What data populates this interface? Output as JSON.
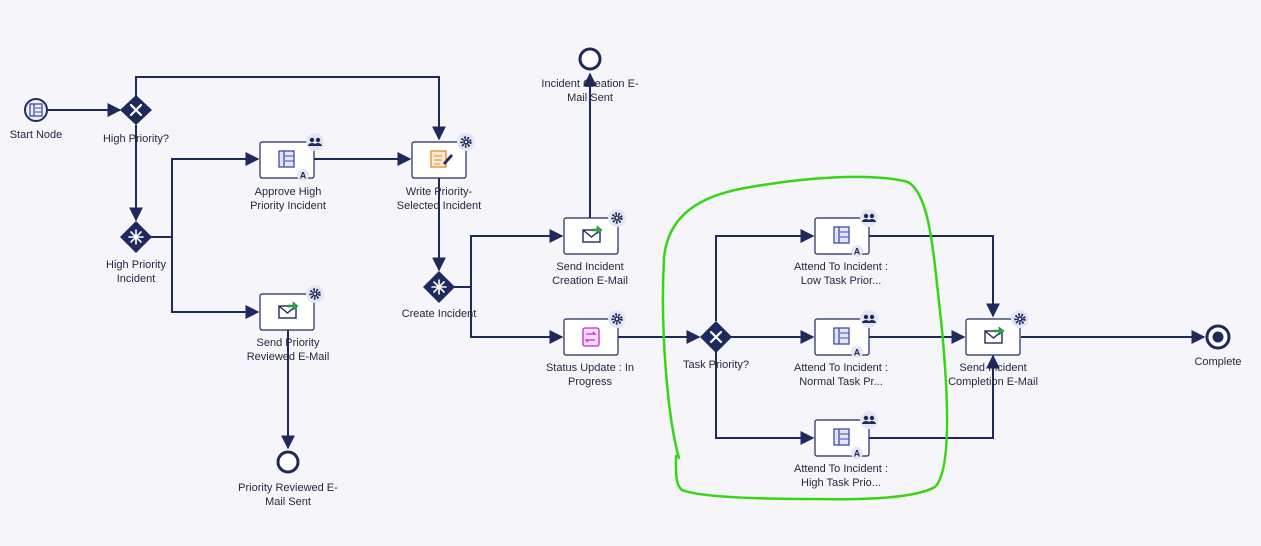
{
  "colors": {
    "canvas_bg": "#f6f6fa",
    "line": "#1f2a5c",
    "node_fill": "#ffffff",
    "node_border": "#1f2a5c",
    "gateway": "#1f2a5c",
    "badge_bg": "#e4e6f3",
    "highlight": "#35d615",
    "form_icon": "#3f4bb3",
    "write_icon": "#e28b2d",
    "status_icon": "#c02ac9",
    "email_arrow": "#2aa84a"
  },
  "nodes": {
    "start": {
      "label": "Start Node",
      "kind": "start-event",
      "icon": "start-form-icon"
    },
    "gw_high_priority": {
      "label": "High Priority?",
      "kind": "exclusive-gateway"
    },
    "gw_high_priority_incident": {
      "label": "High Priority\nIncident",
      "kind": "parallel-gateway"
    },
    "approve_high": {
      "label": "Approve High\nPriority Incident",
      "kind": "user-task",
      "badge": "A"
    },
    "send_priority_reviewed": {
      "label": "Send Priority\nReviewed E-Mail",
      "kind": "email-task"
    },
    "priority_reviewed_end": {
      "label": "Priority Reviewed E-\nMail Sent",
      "kind": "end-event"
    },
    "write_priority": {
      "label": "Write Priority-\nSelected Incident",
      "kind": "script-task"
    },
    "gw_create_incident": {
      "label": "Create Incident",
      "kind": "parallel-gateway"
    },
    "send_incident_creation": {
      "label": "Send Incident\nCreation E-Mail",
      "kind": "email-task"
    },
    "incident_creation_end": {
      "label": "Incident Creation E-\nMail Sent",
      "kind": "end-event"
    },
    "status_update": {
      "label": "Status Update : In\nProgress",
      "kind": "status-task"
    },
    "gw_task_priority": {
      "label": "Task Priority?",
      "kind": "exclusive-gateway"
    },
    "attend_low": {
      "label": "Attend To Incident :\nLow Task Prior...",
      "kind": "user-task",
      "badge": "A"
    },
    "attend_normal": {
      "label": "Attend To Incident :\nNormal Task Pr...",
      "kind": "user-task",
      "badge": "A"
    },
    "attend_high": {
      "label": "Attend To Incident :\nHigh Task Prio...",
      "kind": "user-task",
      "badge": "A"
    },
    "send_completion": {
      "label": "Send Incident\nCompletion E-Mail",
      "kind": "email-task"
    },
    "complete": {
      "label": "Complete",
      "kind": "terminate-end-event"
    }
  }
}
